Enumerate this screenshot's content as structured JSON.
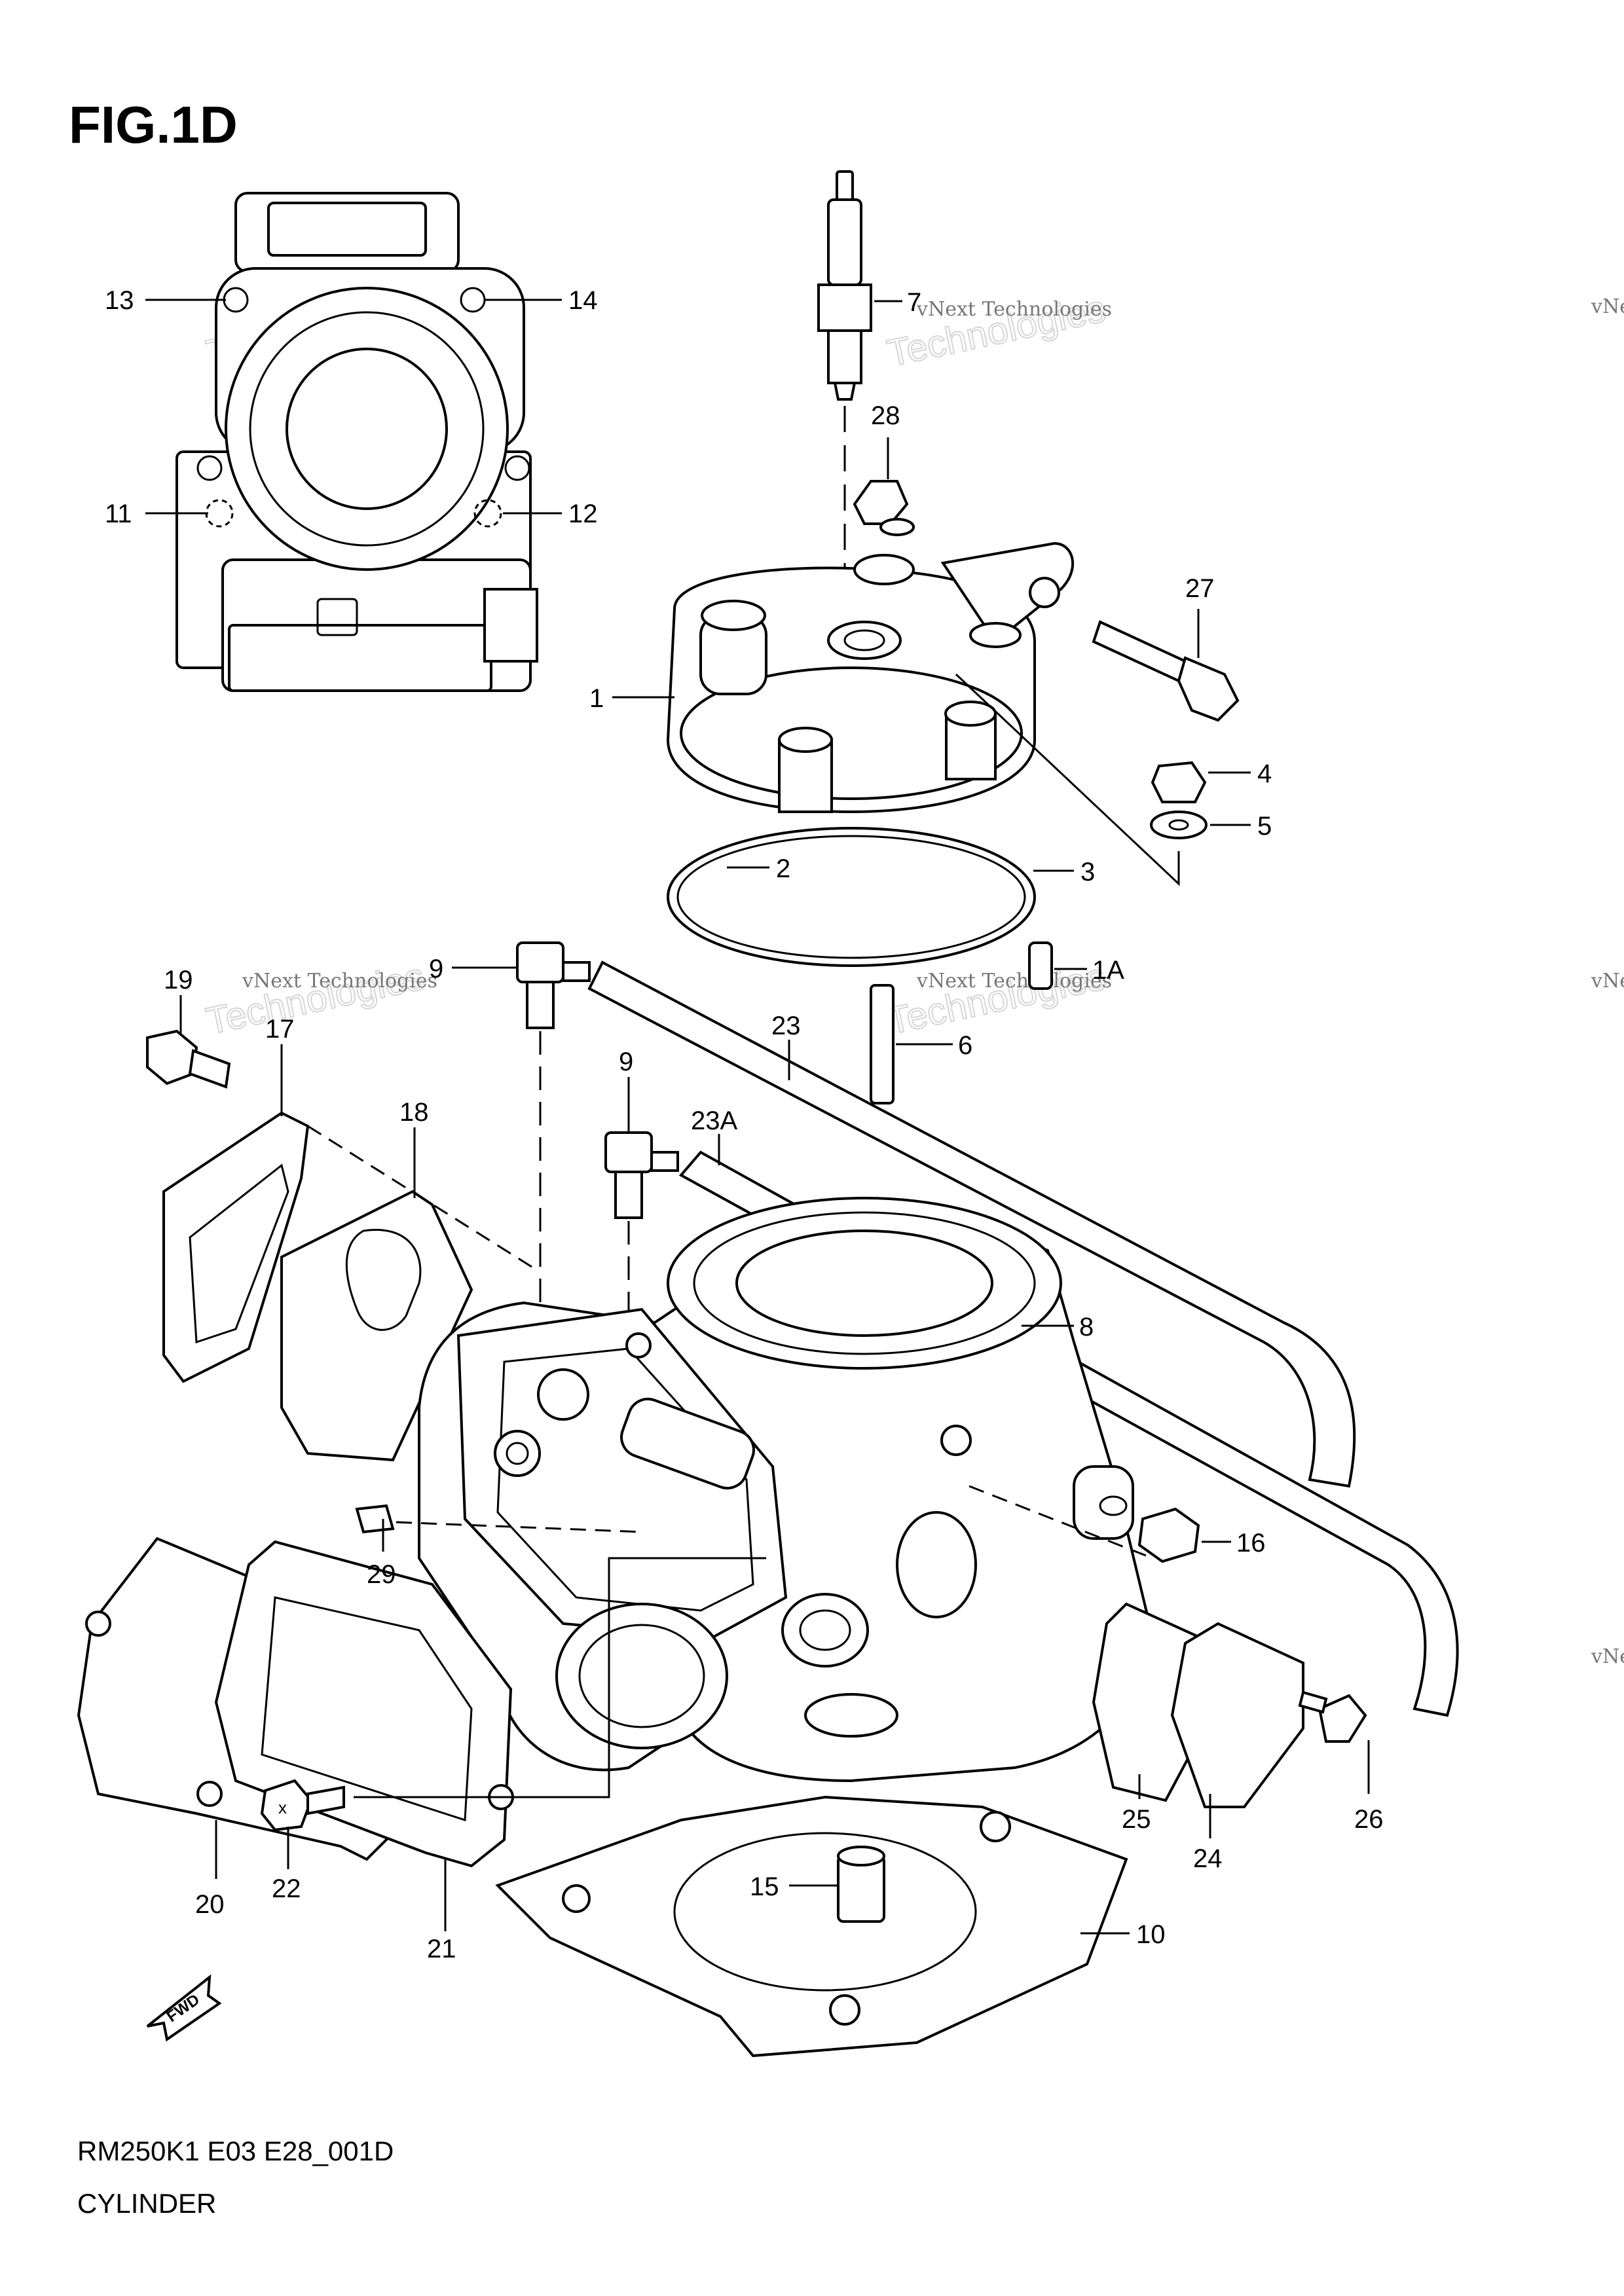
{
  "figure": {
    "title": "FIG.1D",
    "code": "RM250K1 E03 E28_001D",
    "name": "CYLINDER",
    "fwd_label": "FWD"
  },
  "watermark": {
    "line1": "vNext Technologies",
    "line2": "vNext Technologies",
    "line3": "Technologies"
  },
  "callouts": {
    "c1": "1",
    "c1a": "1A",
    "c2": "2",
    "c3": "3",
    "c4": "4",
    "c5": "5",
    "c6": "6",
    "c7": "7",
    "c8": "8",
    "c9a": "9",
    "c9b": "9",
    "c10": "10",
    "c11": "11",
    "c12": "12",
    "c13": "13",
    "c14": "14",
    "c15": "15",
    "c16": "16",
    "c17": "17",
    "c18": "18",
    "c19": "19",
    "c20": "20",
    "c21": "21",
    "c22": "22",
    "c23": "23",
    "c23a": "23A",
    "c24": "24",
    "c25": "25",
    "c26": "26",
    "c27": "27",
    "c28": "28",
    "c29": "29"
  }
}
